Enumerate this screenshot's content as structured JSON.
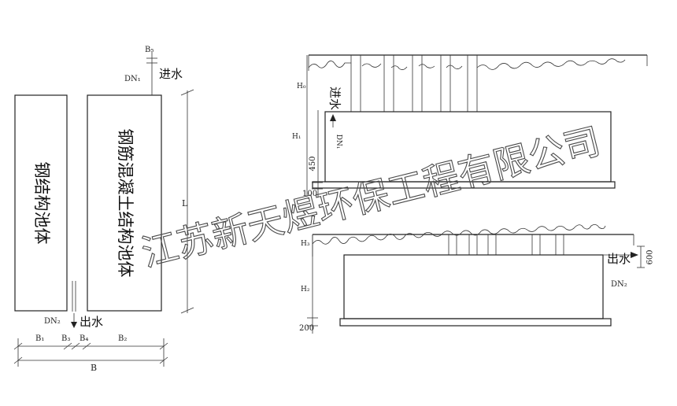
{
  "plan": {
    "tank_steel_label": "钢结构池体",
    "tank_concrete_label": "钢筋混凝土结构池体",
    "dim_b5": "B₅",
    "dim_dn1": "DN₁",
    "inlet_label": "进水",
    "dim_dn2": "DN₂",
    "outlet_label": "出水",
    "dim_l": "L",
    "dim_b1": "B₁",
    "dim_b3": "B₃",
    "dim_b4": "B₄",
    "dim_b2": "B₂",
    "dim_b": "B"
  },
  "section_top": {
    "dim_h0": "H₀",
    "inlet_label": "进水",
    "dim_dn1": "DN₁",
    "dim_h1": "H₁",
    "dim_450": "450",
    "dim_100": "100"
  },
  "section_bottom": {
    "dim_h3": "H₃",
    "outlet_label": "出水",
    "dim_600": "600",
    "dim_dn2": "DN₂",
    "dim_h2": "H₂",
    "dim_200": "200"
  },
  "watermark": "江苏新天煜环保工程有限公司"
}
